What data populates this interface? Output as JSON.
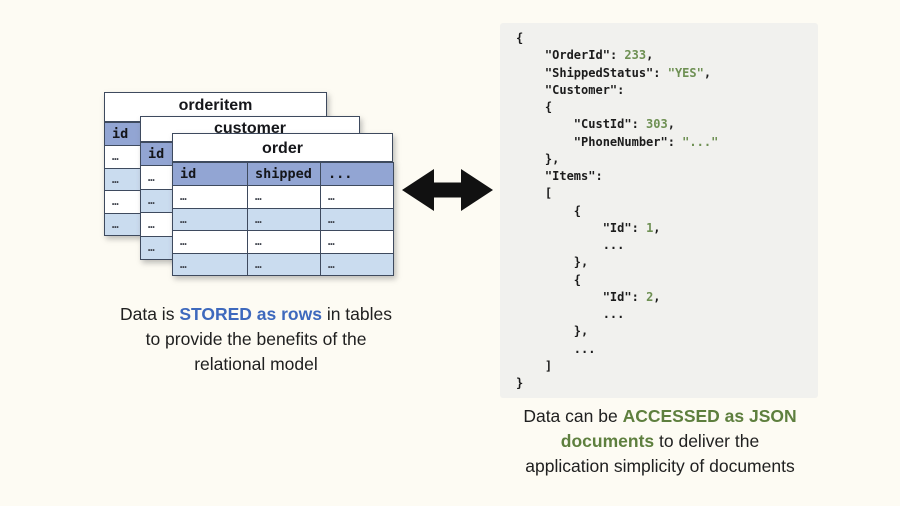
{
  "colors": {
    "page_background": "#fdfbf3",
    "table_header_bg": "#92a5d3",
    "table_alt_row_bg": "#cadcef",
    "table_border": "#3e4a5e",
    "code_background": "#f1f1ee",
    "code_value_green": "#6e9053",
    "caption_highlight_blue": "#3e69bd",
    "caption_highlight_green": "#5e7f3e",
    "arrow_black": "#111111"
  },
  "tables": [
    {
      "name": "orderitem",
      "headers": [
        "id"
      ],
      "rows": [
        [
          "…"
        ],
        [
          "…"
        ],
        [
          "…"
        ],
        [
          "…"
        ]
      ]
    },
    {
      "name": "customer",
      "headers": [
        "id"
      ],
      "rows": [
        [
          "…"
        ],
        [
          "…"
        ],
        [
          "…"
        ],
        [
          "…"
        ]
      ]
    },
    {
      "name": "order",
      "headers": [
        "id",
        "shipped",
        "..."
      ],
      "rows": [
        [
          "…",
          "…",
          "…"
        ],
        [
          "…",
          "…",
          "…"
        ],
        [
          "…",
          "…",
          "…"
        ],
        [
          "…",
          "…",
          "…"
        ]
      ]
    }
  ],
  "left_caption": {
    "lines": [
      [
        {
          "t": "Data is ",
          "s": "n"
        },
        {
          "t": "STORED as rows",
          "s": "b"
        },
        {
          "t": " in tables",
          "s": "n"
        }
      ],
      [
        {
          "t": "to provide the benefits of the",
          "s": "n"
        }
      ],
      [
        {
          "t": "relational model",
          "s": "n"
        }
      ]
    ]
  },
  "right_caption": {
    "lines": [
      [
        {
          "t": "Data can be ",
          "s": "n"
        },
        {
          "t": "ACCESSED as JSON",
          "s": "g"
        }
      ],
      [
        {
          "t": "documents",
          "s": "g"
        },
        {
          "t": " to deliver the",
          "s": "n"
        }
      ],
      [
        {
          "t": "application simplicity of documents",
          "s": "n"
        }
      ]
    ]
  },
  "code": {
    "lines": [
      [
        [
          "p",
          "{"
        ]
      ],
      [
        [
          "p",
          "    "
        ],
        [
          "k",
          "\"OrderId\""
        ],
        [
          "p",
          ": "
        ],
        [
          "v",
          "233"
        ],
        [
          "p",
          ","
        ]
      ],
      [
        [
          "p",
          "    "
        ],
        [
          "k",
          "\"ShippedStatus\""
        ],
        [
          "p",
          ": "
        ],
        [
          "v",
          "\"YES\""
        ],
        [
          "p",
          ","
        ]
      ],
      [
        [
          "p",
          "    "
        ],
        [
          "k",
          "\"Customer\""
        ],
        [
          "p",
          ":"
        ]
      ],
      [
        [
          "p",
          "    {"
        ]
      ],
      [
        [
          "p",
          "        "
        ],
        [
          "k",
          "\"CustId\""
        ],
        [
          "p",
          ": "
        ],
        [
          "v",
          "303"
        ],
        [
          "p",
          ","
        ]
      ],
      [
        [
          "p",
          "        "
        ],
        [
          "k",
          "\"PhoneNumber\""
        ],
        [
          "p",
          ": "
        ],
        [
          "v",
          "\"...\""
        ]
      ],
      [
        [
          "p",
          "    },"
        ]
      ],
      [
        [
          "p",
          "    "
        ],
        [
          "k",
          "\"Items\""
        ],
        [
          "p",
          ":"
        ]
      ],
      [
        [
          "p",
          "    ["
        ]
      ],
      [
        [
          "p",
          "        {"
        ]
      ],
      [
        [
          "p",
          "            "
        ],
        [
          "k",
          "\"Id\""
        ],
        [
          "p",
          ": "
        ],
        [
          "v",
          "1"
        ],
        [
          "p",
          ","
        ]
      ],
      [
        [
          "p",
          "            ..."
        ]
      ],
      [
        [
          "p",
          "        },"
        ]
      ],
      [
        [
          "p",
          "        {"
        ]
      ],
      [
        [
          "p",
          "            "
        ],
        [
          "k",
          "\"Id\""
        ],
        [
          "p",
          ": "
        ],
        [
          "v",
          "2"
        ],
        [
          "p",
          ","
        ]
      ],
      [
        [
          "p",
          "            ..."
        ]
      ],
      [
        [
          "p",
          "        },"
        ]
      ],
      [
        [
          "p",
          "        ..."
        ]
      ],
      [
        [
          "p",
          "    ]"
        ]
      ],
      [
        [
          "p",
          "}"
        ]
      ]
    ]
  }
}
